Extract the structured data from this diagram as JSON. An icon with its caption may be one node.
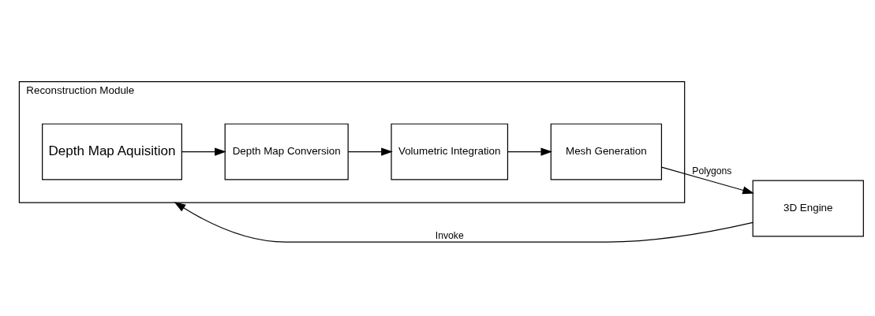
{
  "diagram": {
    "nodes": [
      {
        "text": [
          "3D Engine"
        ]
      },
      {
        "text": [
          "Reconstruction Module"
        ]
      },
      {
        "text": [
          "Depth Map Aquisition"
        ],
        "in": 1
      },
      {
        "text": [
          "Depth Map Conversion"
        ],
        "in": 1
      },
      {
        "text": [
          "Volumetric Integration"
        ],
        "in": 1
      },
      {
        "text": [
          "Mesh Generation"
        ],
        "in": 1
      }
    ],
    "edges": [
      {
        "from": 0,
        "to": 1,
        "arrow": "to",
        "label": "Invoke"
      },
      {
        "from": 2,
        "to": 3,
        "arrow": "to"
      },
      {
        "from": 3,
        "to": 4,
        "arrow": "to"
      },
      {
        "from": 4,
        "to": 5,
        "arrow": "to"
      },
      {
        "from": 5,
        "to": 0,
        "arrow": "to",
        "label": "Polygons"
      }
    ]
  }
}
